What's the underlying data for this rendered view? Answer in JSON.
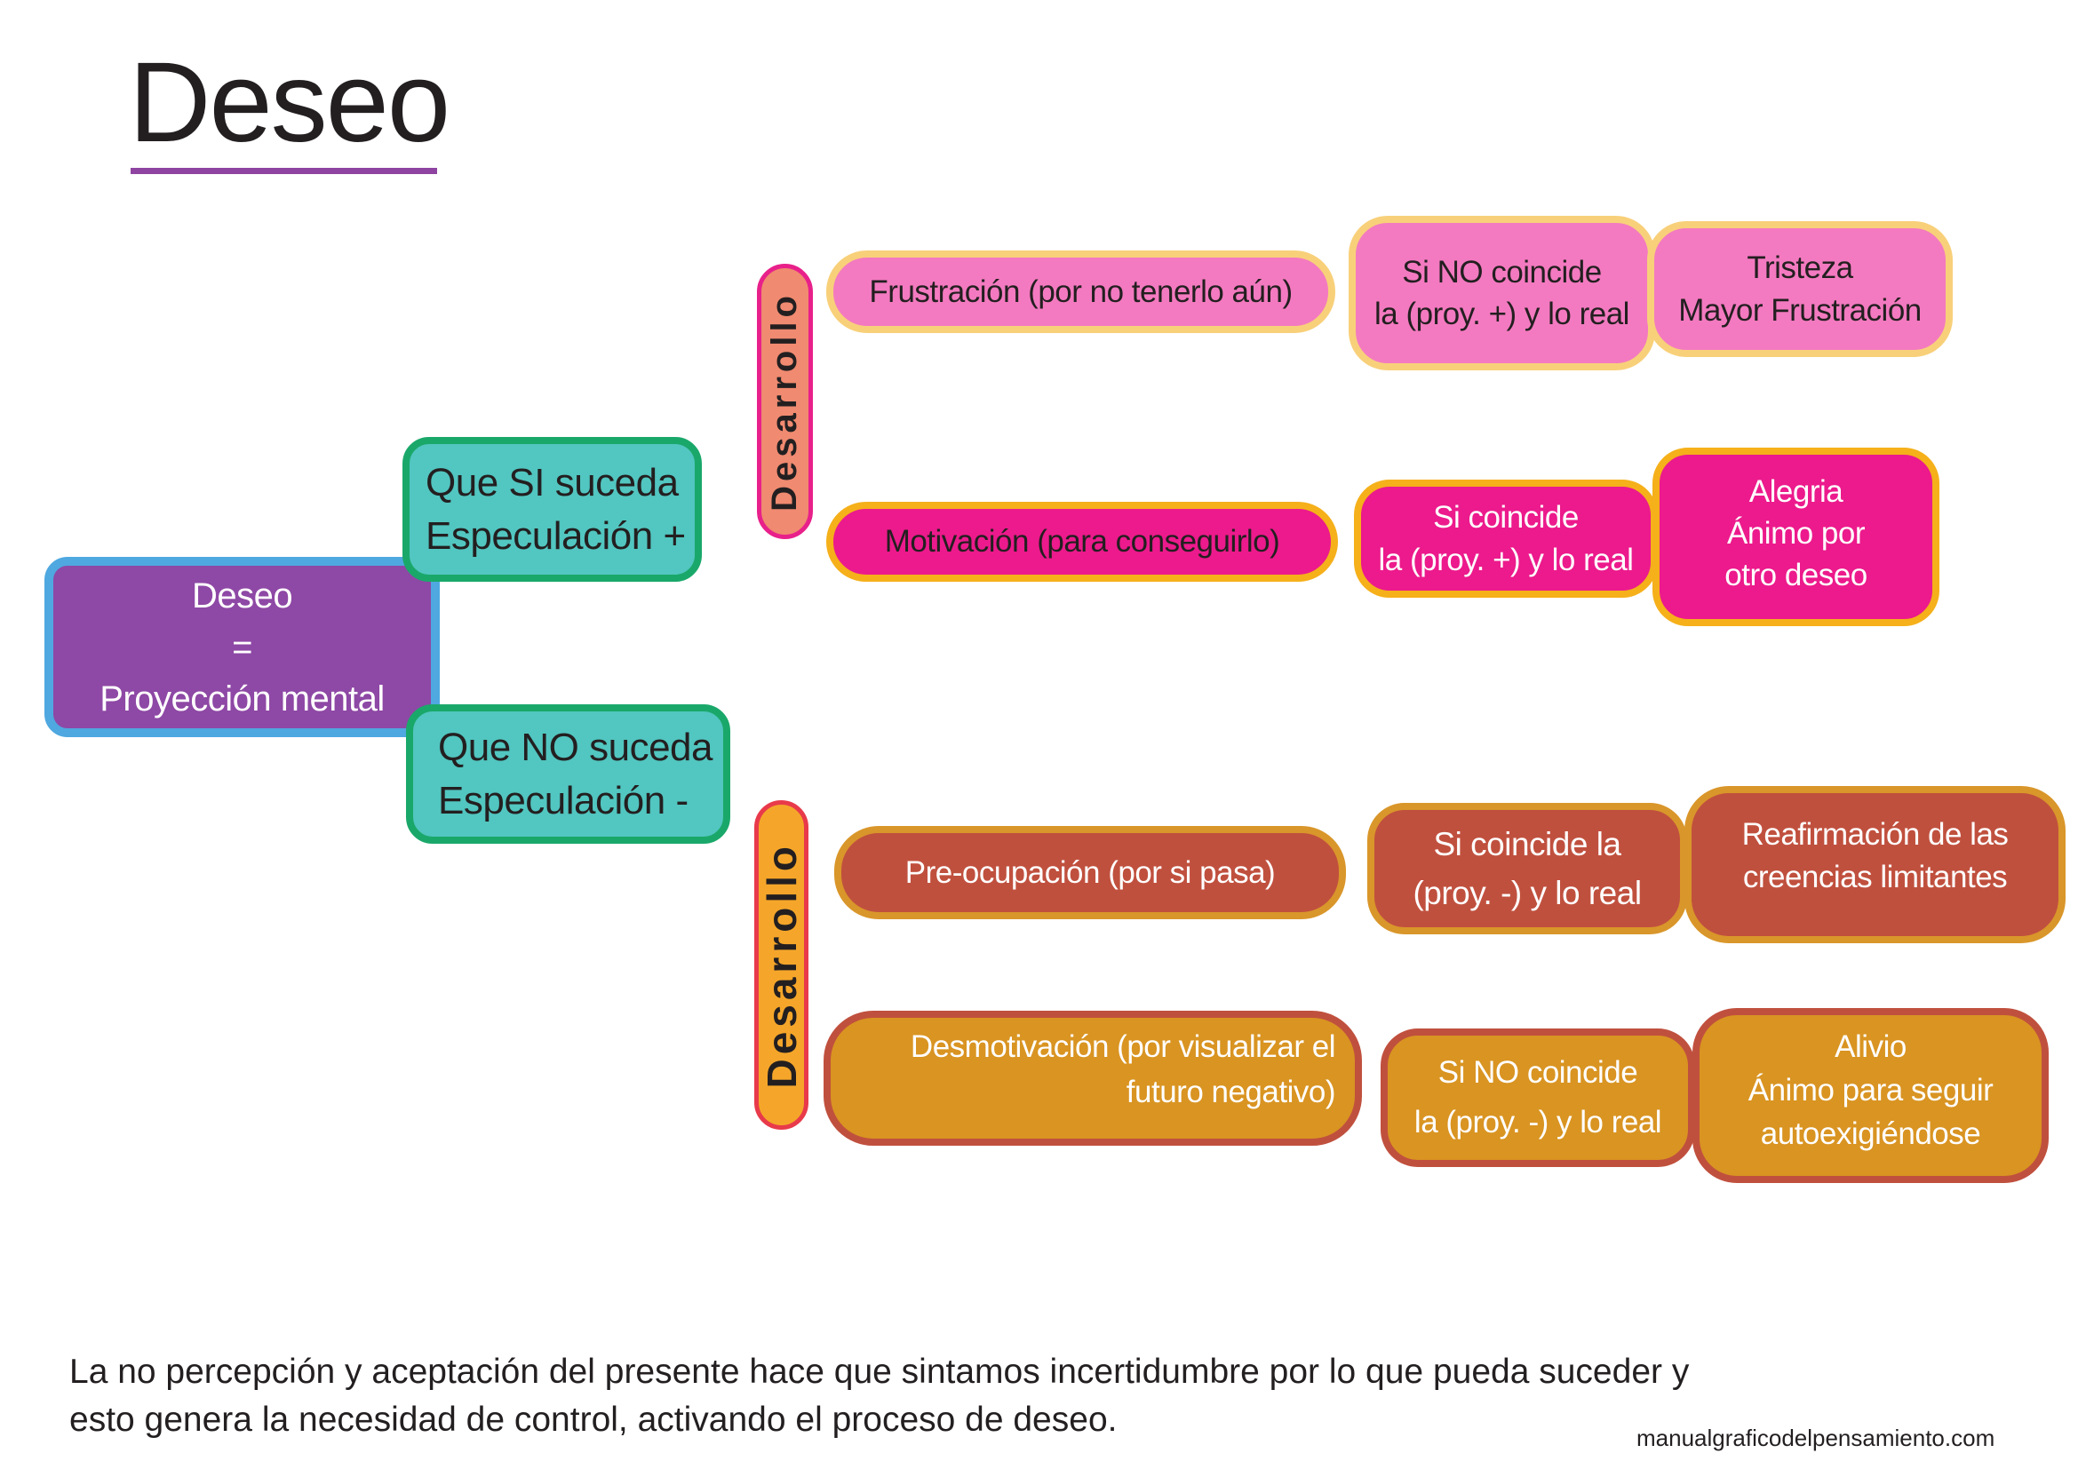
{
  "title": "Deseo",
  "colors": {
    "purple": "#8e48a5",
    "blue": "#4fa8e0",
    "teal": "#52c6c0",
    "green": "#1aa86a",
    "pink": "#f37ac0",
    "magenta": "#ec1a8c",
    "yellow": "#f8d07a",
    "gold": "#f5b01a",
    "brick": "#c0503e",
    "ochre": "#d99422"
  },
  "root": {
    "lines": [
      "Deseo",
      "=",
      "Proyección mental"
    ]
  },
  "branch_si": {
    "lines": [
      "Que SI suceda",
      "Especulación +"
    ]
  },
  "branch_no": {
    "lines": [
      "Que NO suceda",
      "Especulación -"
    ]
  },
  "desarrollo_1": "Desarrollo",
  "desarrollo_2": "Desarrollo",
  "si_path": {
    "frustracion": "Frustración (por no tenerlo aún)",
    "no_coincide": [
      "Si NO coincide",
      "la (proy. +) y lo real"
    ],
    "tristeza": [
      "Tristeza",
      "Mayor Frustración"
    ],
    "motivacion": "Motivación (para conseguirlo)",
    "coincide": [
      "Si coincide",
      "la (proy. +) y lo real"
    ],
    "alegria": [
      "Alegria",
      "Ánimo por",
      "otro deseo"
    ]
  },
  "no_path": {
    "preocupacion": "Pre-ocupación (por si pasa)",
    "coincide": [
      "Si coincide la",
      "(proy. -) y lo real"
    ],
    "reafirmacion": [
      "Reafirmación de las",
      "creencias limitantes"
    ],
    "desmotivacion": [
      "Desmotivación (por visualizar el",
      "futuro negativo)"
    ],
    "no_coincide": [
      "Si NO coincide",
      "la (proy. -) y lo real"
    ],
    "alivio": [
      "Alivio",
      "Ánimo para seguir",
      "autoexigiéndose"
    ]
  },
  "footer": [
    "La no percepción y aceptación del presente hace que sintamos incertidumbre por lo que pueda suceder y",
    "esto genera la necesidad de control, activando el proceso de deseo."
  ],
  "url": "manualgraficodelpensamiento.com"
}
